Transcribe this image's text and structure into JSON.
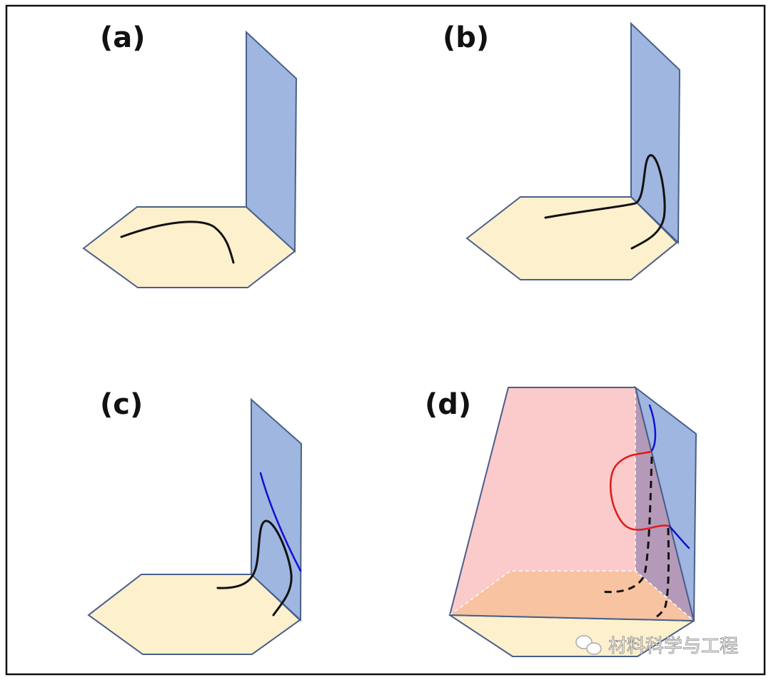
{
  "panels": [
    {
      "label": "(a)"
    },
    {
      "label": "(b)"
    },
    {
      "label": "(c)"
    },
    {
      "label": "(d)"
    }
  ],
  "watermark": {
    "text": "材料科学与工程",
    "icon": "wechat-icon"
  },
  "colors": {
    "base": "#fdf0cc",
    "plane": "#9fb6e0",
    "prism": "#fbcaca",
    "floor": "#f8c3a0",
    "blue_line": "#1010d0",
    "red_line": "#e01a1a"
  }
}
